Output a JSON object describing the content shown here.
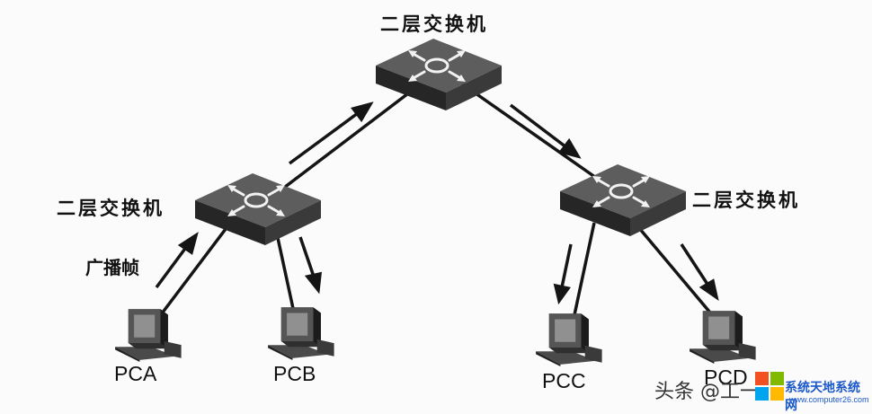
{
  "switches": {
    "top": "二层交换机",
    "left": "二层交换机",
    "right": "二层交换机"
  },
  "pcs": {
    "a": "PCA",
    "b": "PCB",
    "c": "PCC",
    "d": "PCD"
  },
  "frame_label": "广播帧",
  "watermark": {
    "text": "头条 @工一",
    "brand": "系统天地系统网",
    "url": "www.computer26.com"
  }
}
